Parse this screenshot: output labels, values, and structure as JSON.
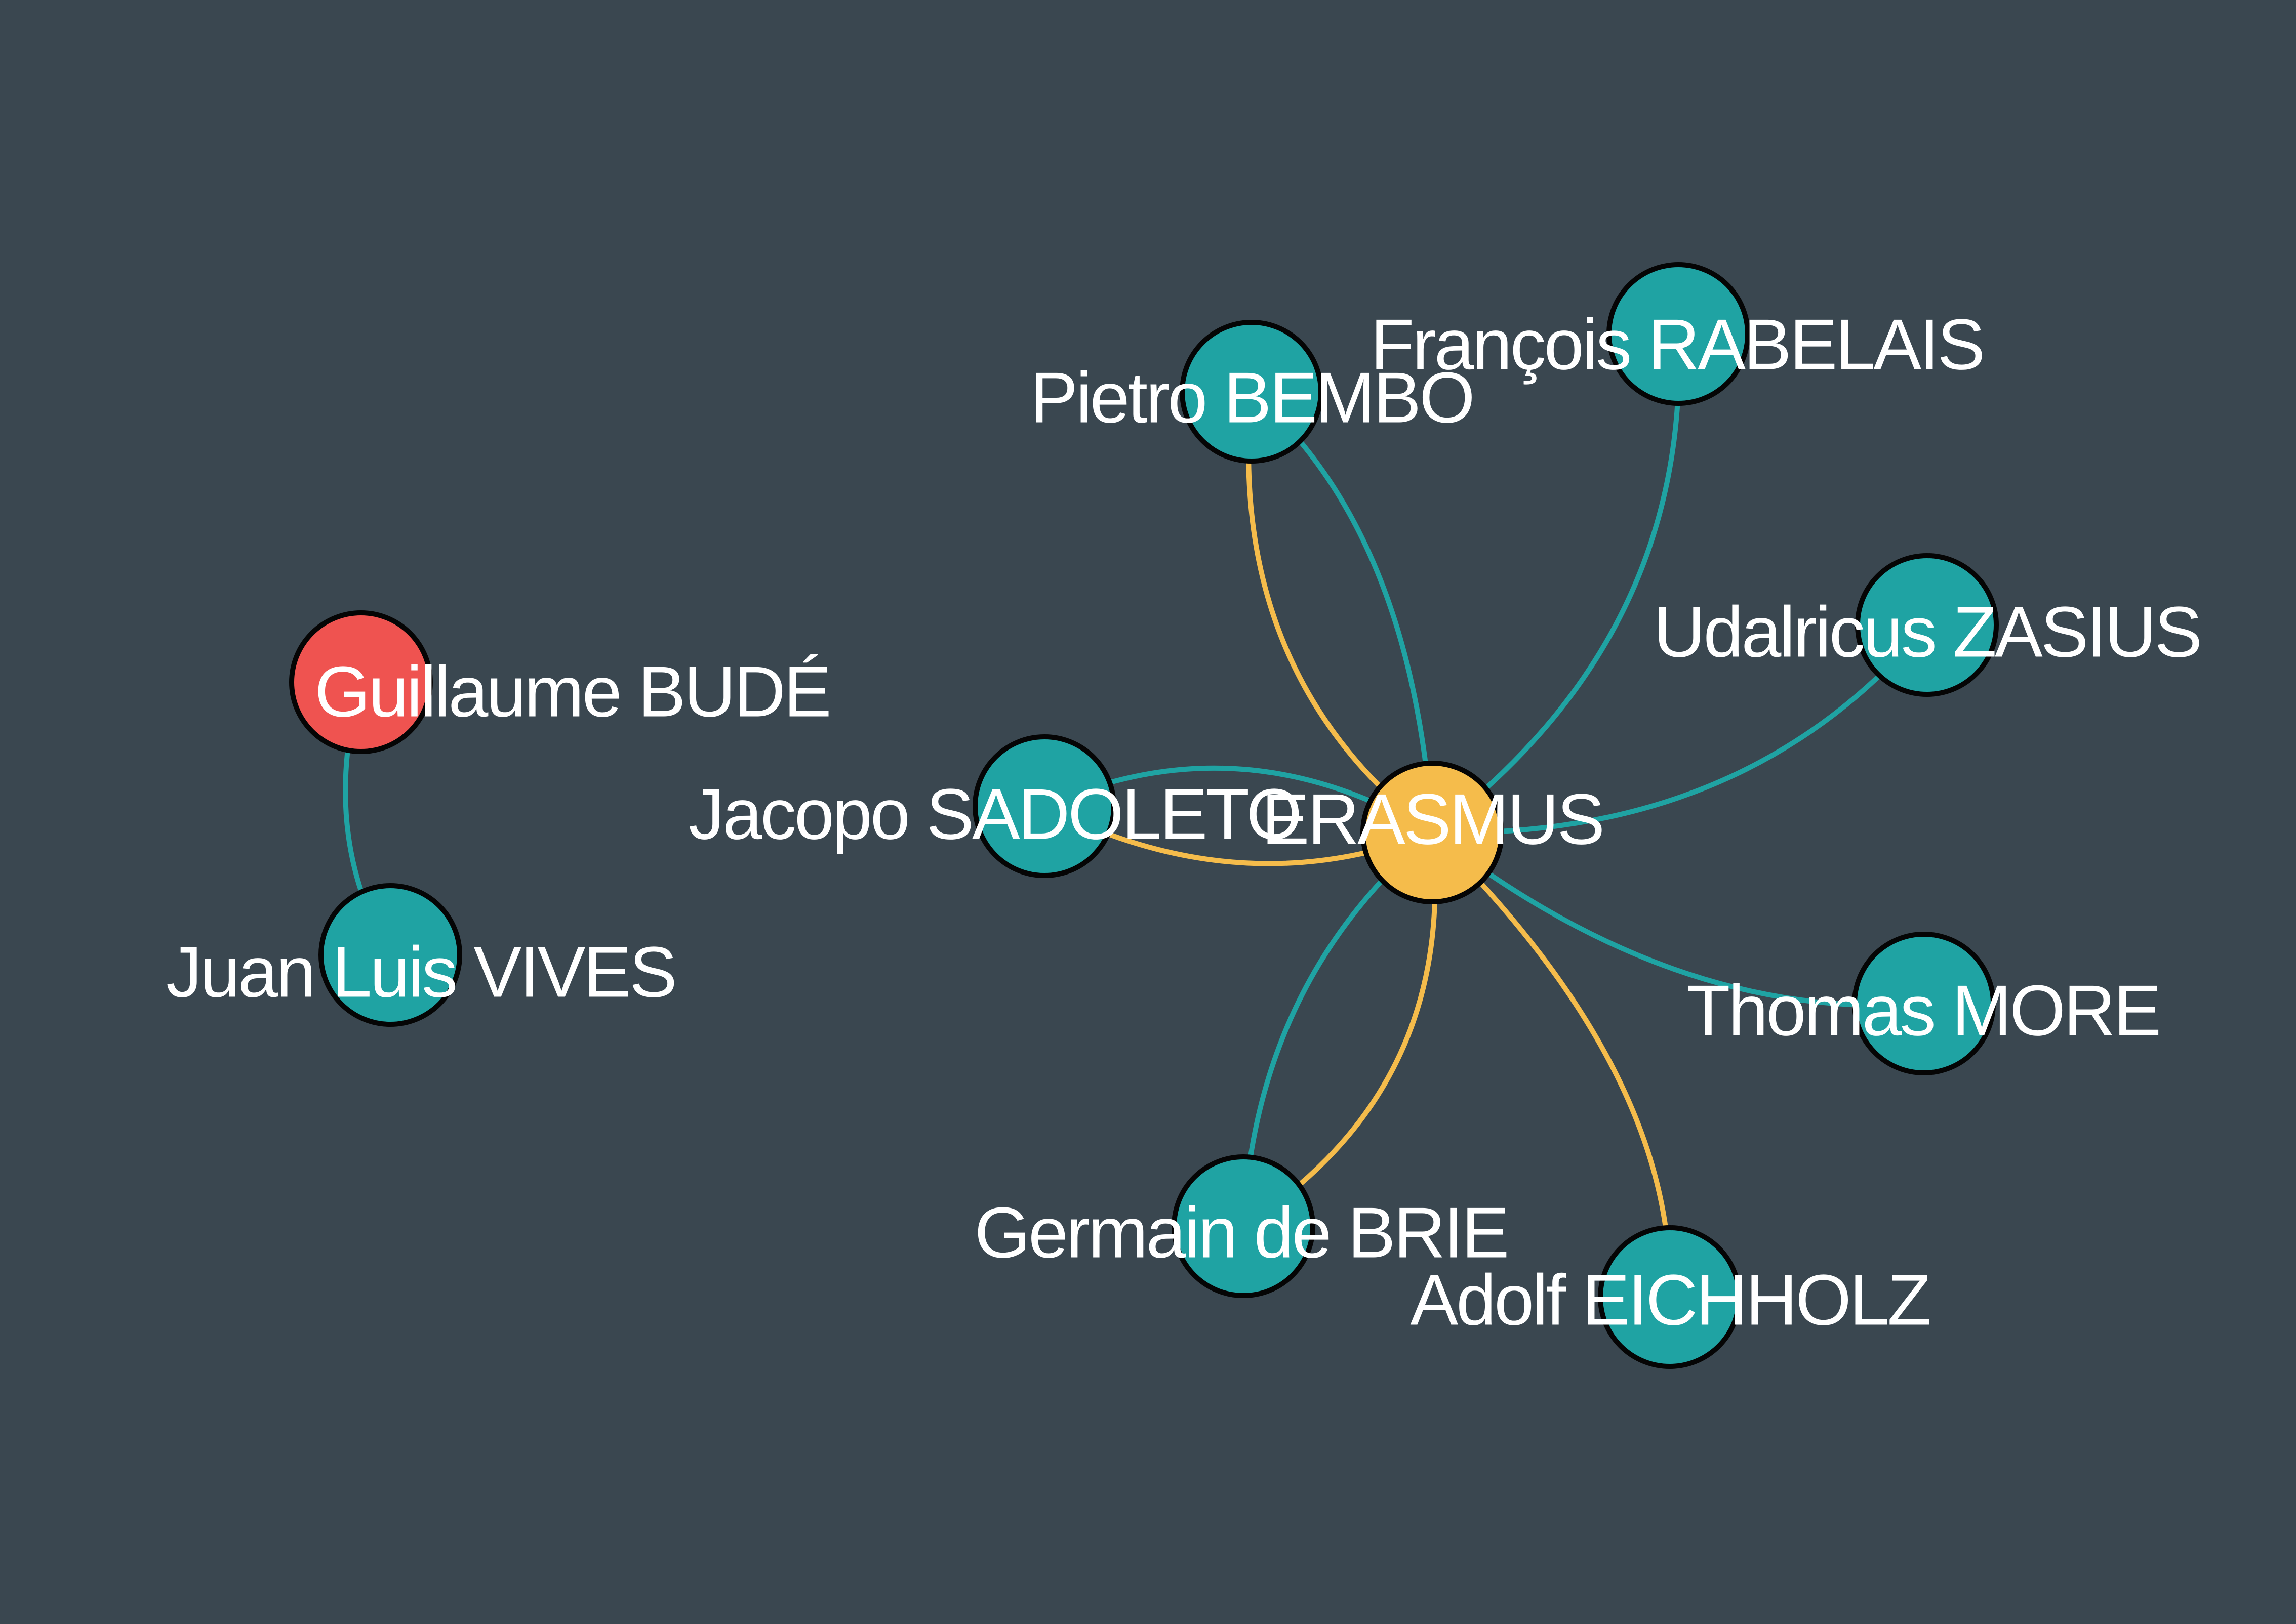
{
  "colors": {
    "background": "#3a4750",
    "teal": "#1fa3a3",
    "gold": "#f5bc4b",
    "red": "#ef5350",
    "node_outline": "#050505",
    "label": "#ffffff"
  },
  "nodes": [
    {
      "id": "bude",
      "label": "Guillaume BUDÉ",
      "color": "red"
    },
    {
      "id": "vives",
      "label": "Juan Luis VIVES",
      "color": "teal"
    },
    {
      "id": "erasmus",
      "label": "ERASMUS",
      "color": "gold"
    },
    {
      "id": "sadoleto",
      "label": "Jacopo SADOLETO",
      "color": "teal"
    },
    {
      "id": "bembo",
      "label": "Pietro BEMBO",
      "color": "teal"
    },
    {
      "id": "rabelais",
      "label": "François RABELAIS",
      "color": "teal"
    },
    {
      "id": "zasius",
      "label": "Udalricus ZASIUS",
      "color": "teal"
    },
    {
      "id": "more",
      "label": "Thomas MORE",
      "color": "teal"
    },
    {
      "id": "eichholz",
      "label": "Adolf EICHHOLZ",
      "color": "teal"
    },
    {
      "id": "brie",
      "label": "Germain de BRIE",
      "color": "teal"
    }
  ],
  "edges": [
    {
      "source": "bude",
      "target": "vives",
      "color": "teal"
    },
    {
      "source": "sadoleto",
      "target": "erasmus",
      "color": "teal"
    },
    {
      "source": "erasmus",
      "target": "sadoleto",
      "color": "gold"
    },
    {
      "source": "bembo",
      "target": "erasmus",
      "color": "teal"
    },
    {
      "source": "erasmus",
      "target": "bembo",
      "color": "gold"
    },
    {
      "source": "rabelais",
      "target": "erasmus",
      "color": "teal"
    },
    {
      "source": "zasius",
      "target": "erasmus",
      "color": "teal"
    },
    {
      "source": "erasmus",
      "target": "more",
      "color": "teal"
    },
    {
      "source": "erasmus",
      "target": "eichholz",
      "color": "gold"
    },
    {
      "source": "erasmus",
      "target": "brie",
      "color": "teal"
    },
    {
      "source": "brie",
      "target": "erasmus",
      "color": "gold"
    }
  ]
}
